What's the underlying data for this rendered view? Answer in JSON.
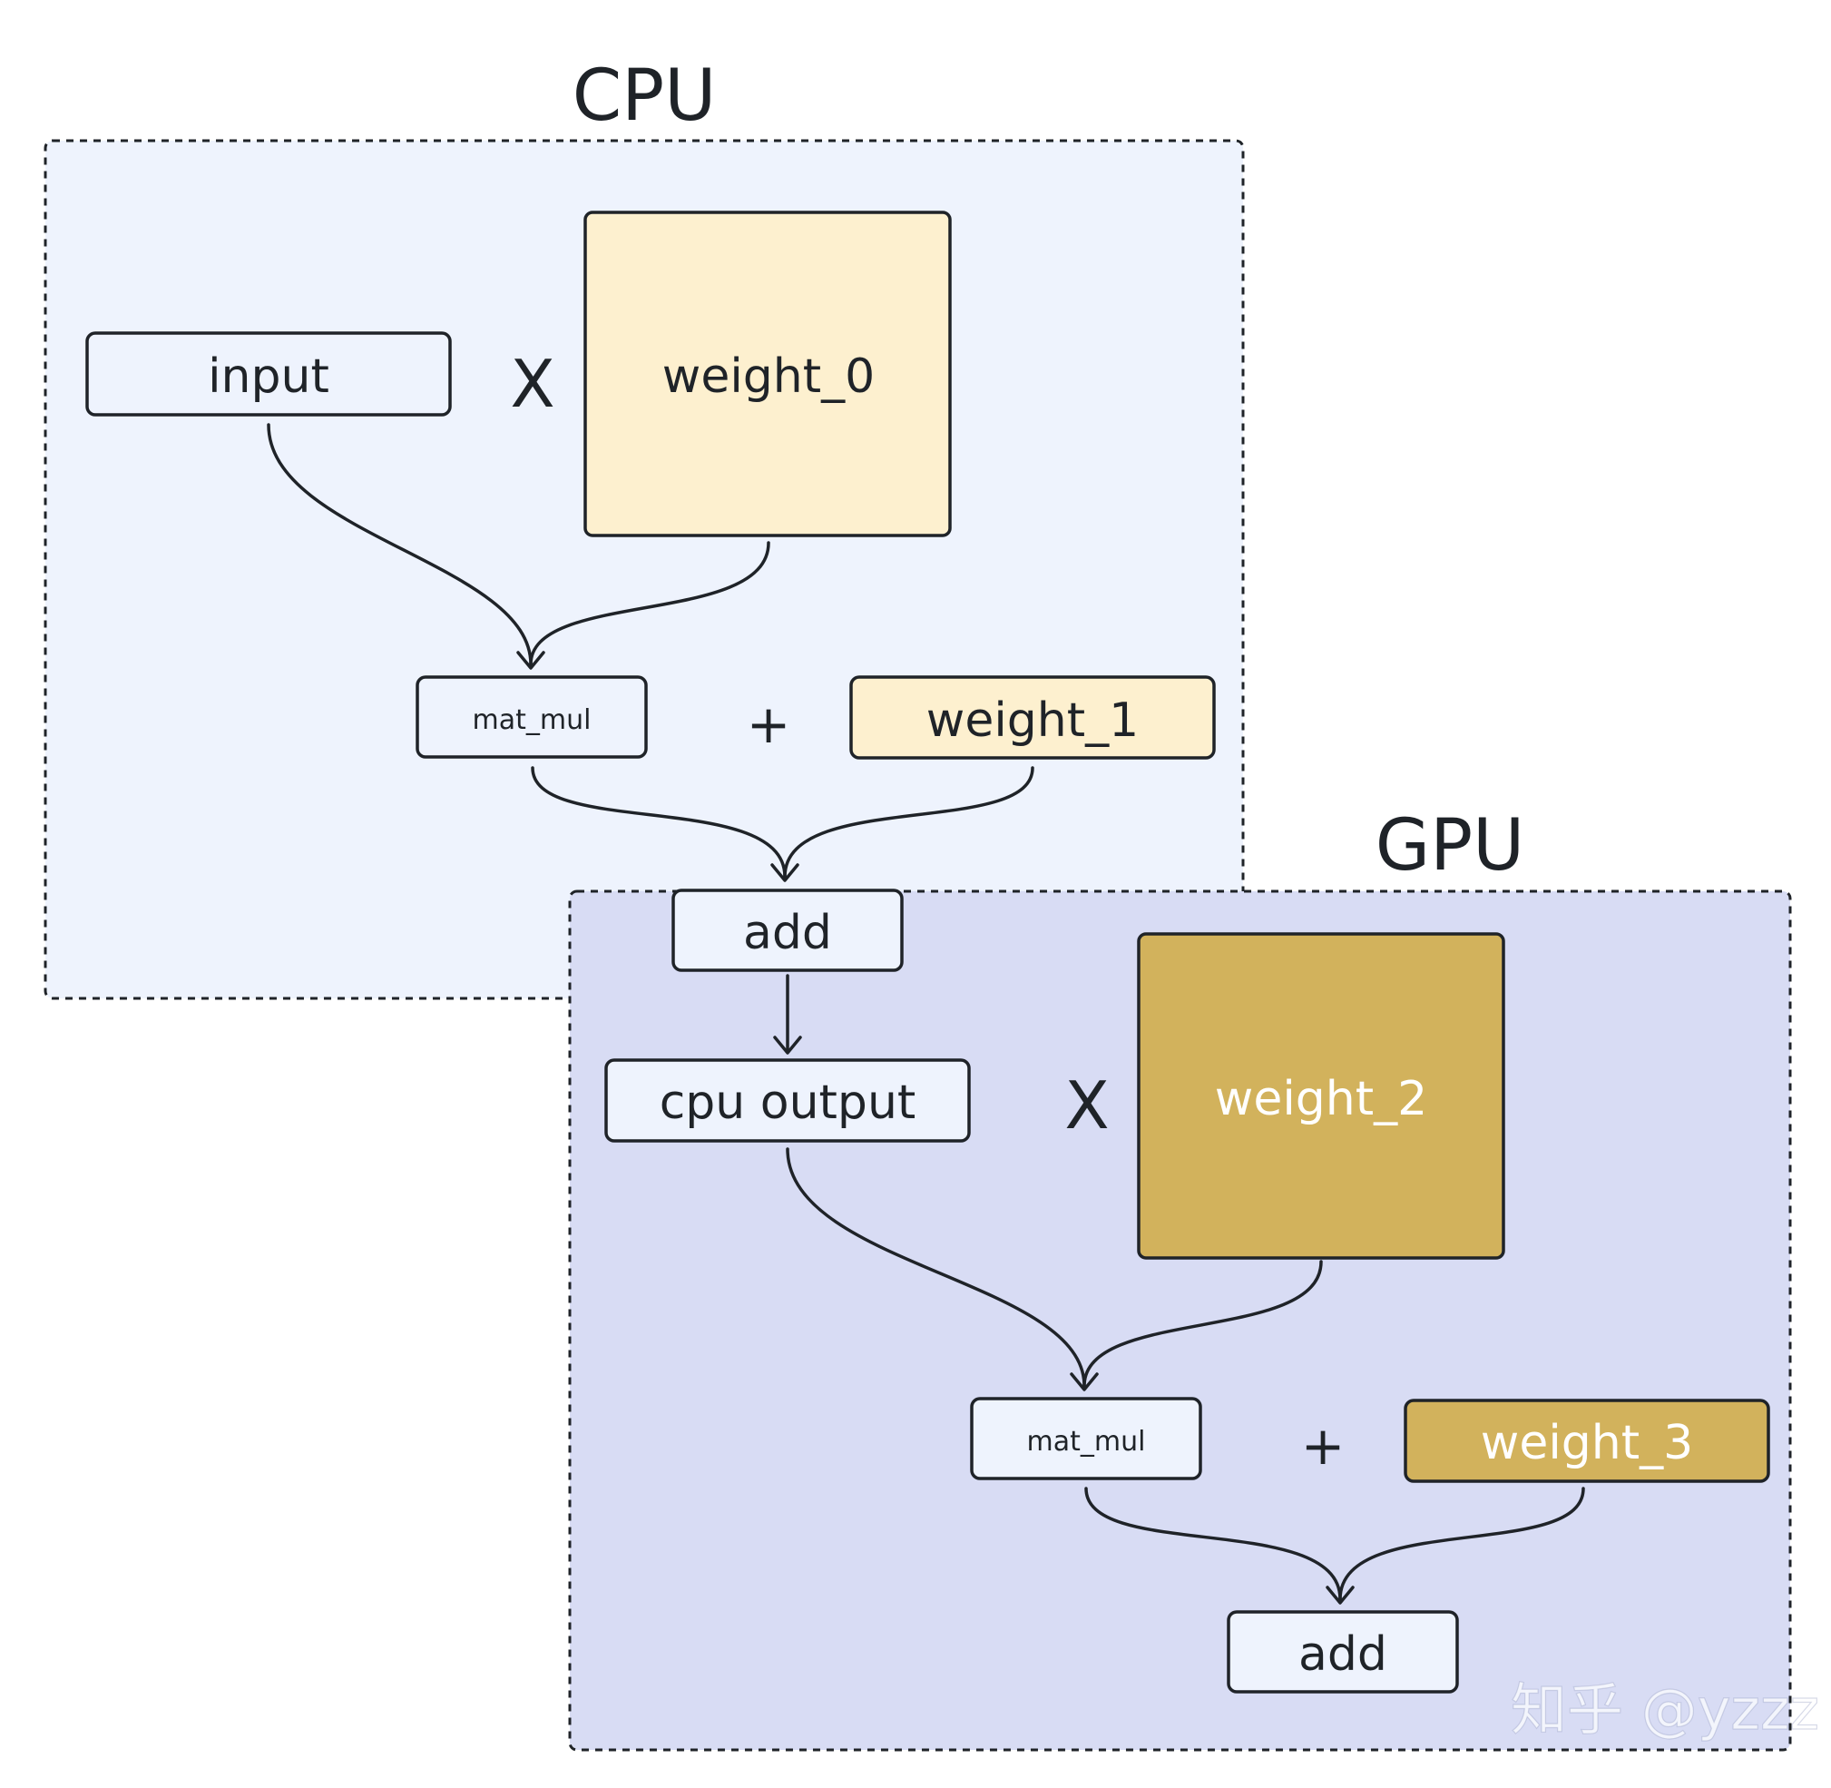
{
  "groups": {
    "cpu": {
      "title": "CPU",
      "fill": "#eef3fd"
    },
    "gpu": {
      "title": "GPU",
      "fill": "#d8dcf4"
    }
  },
  "nodes": {
    "input": {
      "label": "input",
      "fill": "#eef3fd"
    },
    "weight_0": {
      "label": "weight_0",
      "fill": "#fdf0cf"
    },
    "cpu_mat_mul": {
      "label": "mat_mul",
      "fill": "#eef3fd"
    },
    "weight_1": {
      "label": "weight_1",
      "fill": "#fdf0cf"
    },
    "cpu_add": {
      "label": "add",
      "fill": "#eef3fd"
    },
    "cpu_output": {
      "label": "cpu output",
      "fill": "#eef3fd"
    },
    "weight_2": {
      "label": "weight_2",
      "fill": "#d2b25c"
    },
    "gpu_mat_mul": {
      "label": "mat_mul",
      "fill": "#eef3fd"
    },
    "weight_3": {
      "label": "weight_3",
      "fill": "#d2b25c"
    },
    "gpu_add": {
      "label": "add",
      "fill": "#eef3fd"
    }
  },
  "operators": {
    "cpu_multiply": "X",
    "cpu_plus": "+",
    "gpu_multiply": "X",
    "gpu_plus": "+"
  },
  "edges": [
    {
      "from": "input",
      "to": "cpu_mat_mul"
    },
    {
      "from": "weight_0",
      "to": "cpu_mat_mul"
    },
    {
      "from": "cpu_mat_mul",
      "to": "cpu_add"
    },
    {
      "from": "weight_1",
      "to": "cpu_add"
    },
    {
      "from": "cpu_add",
      "to": "cpu_output"
    },
    {
      "from": "cpu_output",
      "to": "gpu_mat_mul"
    },
    {
      "from": "weight_2",
      "to": "gpu_mat_mul"
    },
    {
      "from": "gpu_mat_mul",
      "to": "gpu_add"
    },
    {
      "from": "weight_3",
      "to": "gpu_add"
    }
  ],
  "watermark": "知乎 @yzzz",
  "colors": {
    "stroke": "#1f2328",
    "cpu_weight": "#fdf0cf",
    "gpu_weight": "#d2b25c",
    "node_fill": "#eef3fd"
  }
}
